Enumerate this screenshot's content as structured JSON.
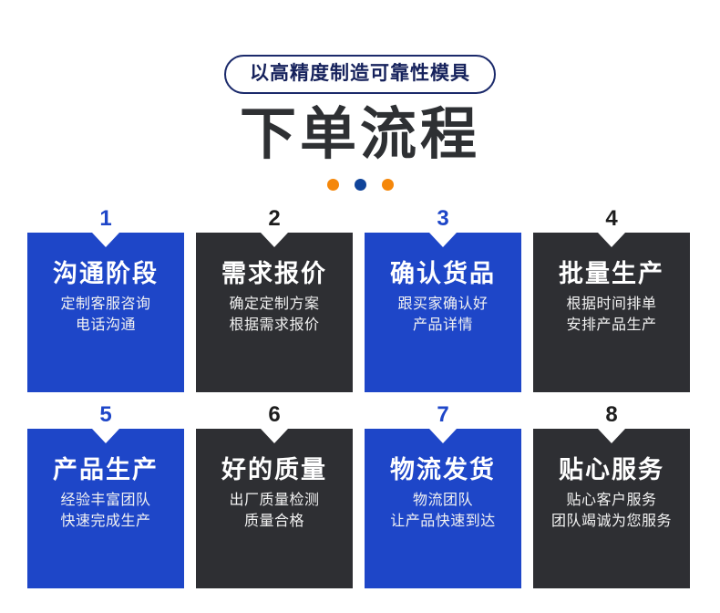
{
  "header": {
    "pill_text": "以高精度制造可靠性模具",
    "title": "下单流程",
    "dots": [
      {
        "name": "dot-1",
        "color": "#f5870a"
      },
      {
        "name": "dot-2",
        "color": "#10449a"
      },
      {
        "name": "dot-3",
        "color": "#f5870a"
      }
    ]
  },
  "colors": {
    "blue": "#1e46c8",
    "dark": "#2e2f33",
    "orange": "#f5870a",
    "navy": "#16225c",
    "title_gray": "#2e3033"
  },
  "steps": [
    {
      "number": "1",
      "theme": "blue",
      "title": "沟通阶段",
      "line1": "定制客服咨询",
      "line2": "电话沟通"
    },
    {
      "number": "2",
      "theme": "dark",
      "title": "需求报价",
      "line1": "确定定制方案",
      "line2": "根据需求报价"
    },
    {
      "number": "3",
      "theme": "blue",
      "title": "确认货品",
      "line1": "跟买家确认好",
      "line2": "产品详情"
    },
    {
      "number": "4",
      "theme": "dark",
      "title": "批量生产",
      "line1": "根据时间排单",
      "line2": "安排产品生产"
    },
    {
      "number": "5",
      "theme": "blue",
      "title": "产品生产",
      "line1": "经验丰富团队",
      "line2": "快速完成生产"
    },
    {
      "number": "6",
      "theme": "dark",
      "title": "好的质量",
      "line1": "出厂质量检测",
      "line2": "质量合格"
    },
    {
      "number": "7",
      "theme": "blue",
      "title": "物流发货",
      "line1": "物流团队",
      "line2": "让产品快速到达"
    },
    {
      "number": "8",
      "theme": "dark",
      "title": "贴心服务",
      "line1": "贴心客户服务",
      "line2": "团队竭诚为您服务"
    }
  ]
}
